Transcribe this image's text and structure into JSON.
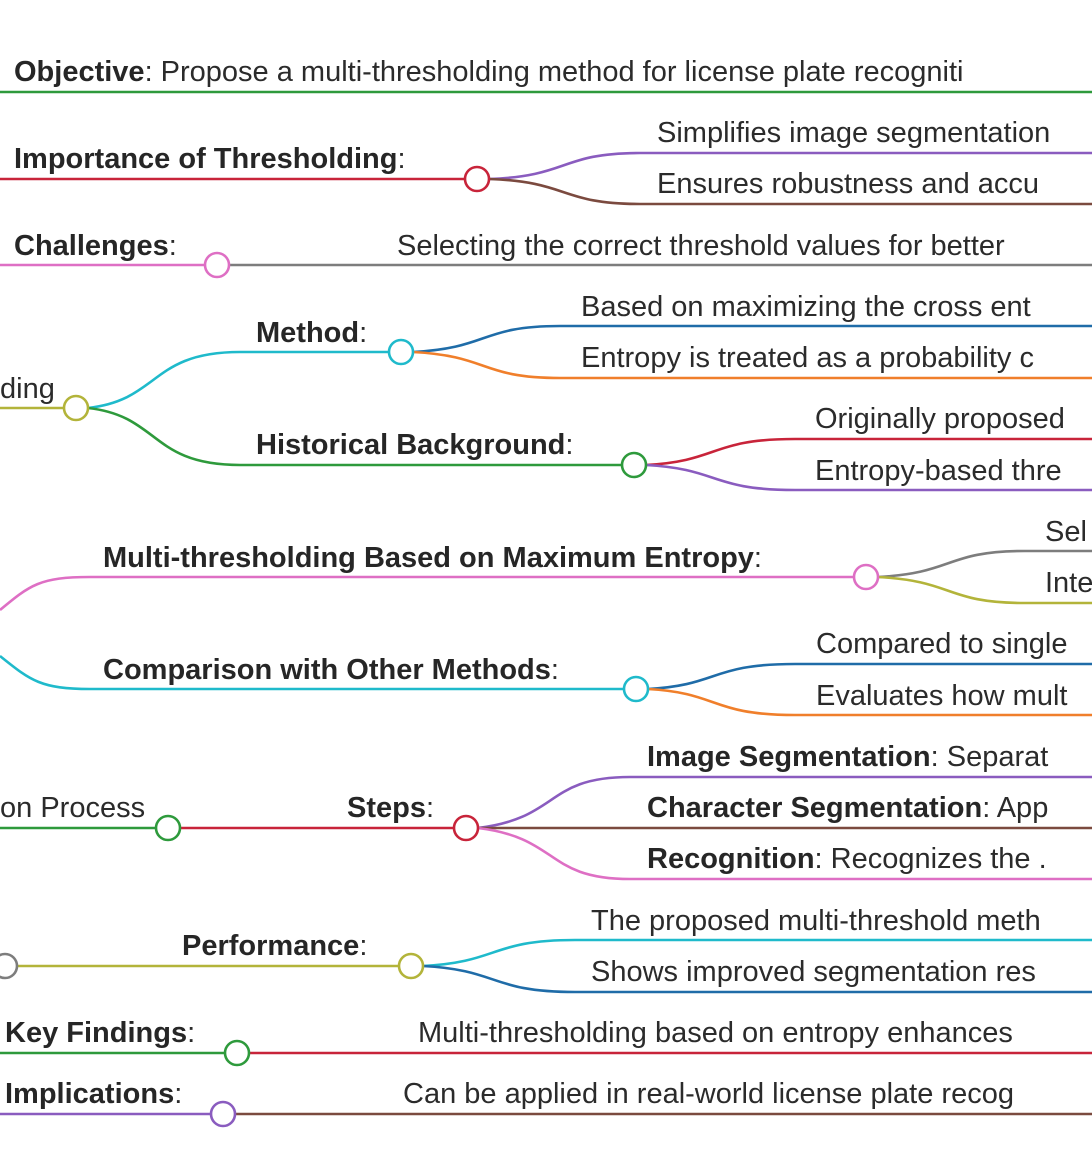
{
  "nodes": {
    "objective": {
      "bold": "Objective",
      "rest": ": Propose a multi-thresholding method for license plate recogniti"
    },
    "importance": {
      "bold": "Importance of Thresholding",
      "rest": ":"
    },
    "importance_a": {
      "text": "Simplifies image segmentation"
    },
    "importance_b": {
      "text": "Ensures robustness and accu"
    },
    "challenges": {
      "bold": "Challenges",
      "rest": ":"
    },
    "challenges_a": {
      "text": "Selecting the correct threshold values for better"
    },
    "parent_a": {
      "text": "ding"
    },
    "method": {
      "bold": "Method",
      "rest": ":"
    },
    "method_a": {
      "text": "Based on maximizing the cross ent"
    },
    "method_b": {
      "text": "Entropy is treated as a probability c"
    },
    "history": {
      "bold": "Historical Background",
      "rest": ":"
    },
    "history_a": {
      "text": "Originally proposed"
    },
    "history_b": {
      "text": "Entropy-based thre"
    },
    "multi": {
      "bold": "Multi-thresholding Based on Maximum Entropy",
      "rest": ":"
    },
    "multi_a": {
      "text": "Sel"
    },
    "multi_b": {
      "text": "Inte"
    },
    "comparison": {
      "bold": "Comparison with Other Methods",
      "rest": ":"
    },
    "comparison_a": {
      "text": "Compared to single"
    },
    "comparison_b": {
      "text": "Evaluates how mult"
    },
    "parent_b": {
      "text": "on Process"
    },
    "steps": {
      "bold": "Steps",
      "rest": ":"
    },
    "steps_a": {
      "bold": "Image Segmentation",
      "rest": ": Separat"
    },
    "steps_b": {
      "bold": "Character Segmentation",
      "rest": ": App"
    },
    "steps_c": {
      "bold": "Recognition",
      "rest": ": Recognizes the ."
    },
    "performance": {
      "bold": "Performance",
      "rest": ":"
    },
    "performance_a": {
      "text": "The proposed multi-threshold meth"
    },
    "performance_b": {
      "text": "Shows improved segmentation res"
    },
    "findings": {
      "bold": "Key Findings",
      "rest": ":"
    },
    "findings_a": {
      "text": "Multi-thresholding based on entropy enhances"
    },
    "implications": {
      "bold": "Implications",
      "rest": ":"
    },
    "implications_a": {
      "text": "Can be applied in real-world license plate recog"
    }
  },
  "colors": {
    "green": "#2e9a3c",
    "red": "#c8243a",
    "purple": "#8a5cbf",
    "brown": "#7b4a3f",
    "pink": "#de6fc4",
    "gray": "#7d7d7d",
    "olive": "#b3b43a",
    "cyan": "#1fbacb",
    "blue": "#1f6ca8",
    "orange": "#f07f2b"
  }
}
